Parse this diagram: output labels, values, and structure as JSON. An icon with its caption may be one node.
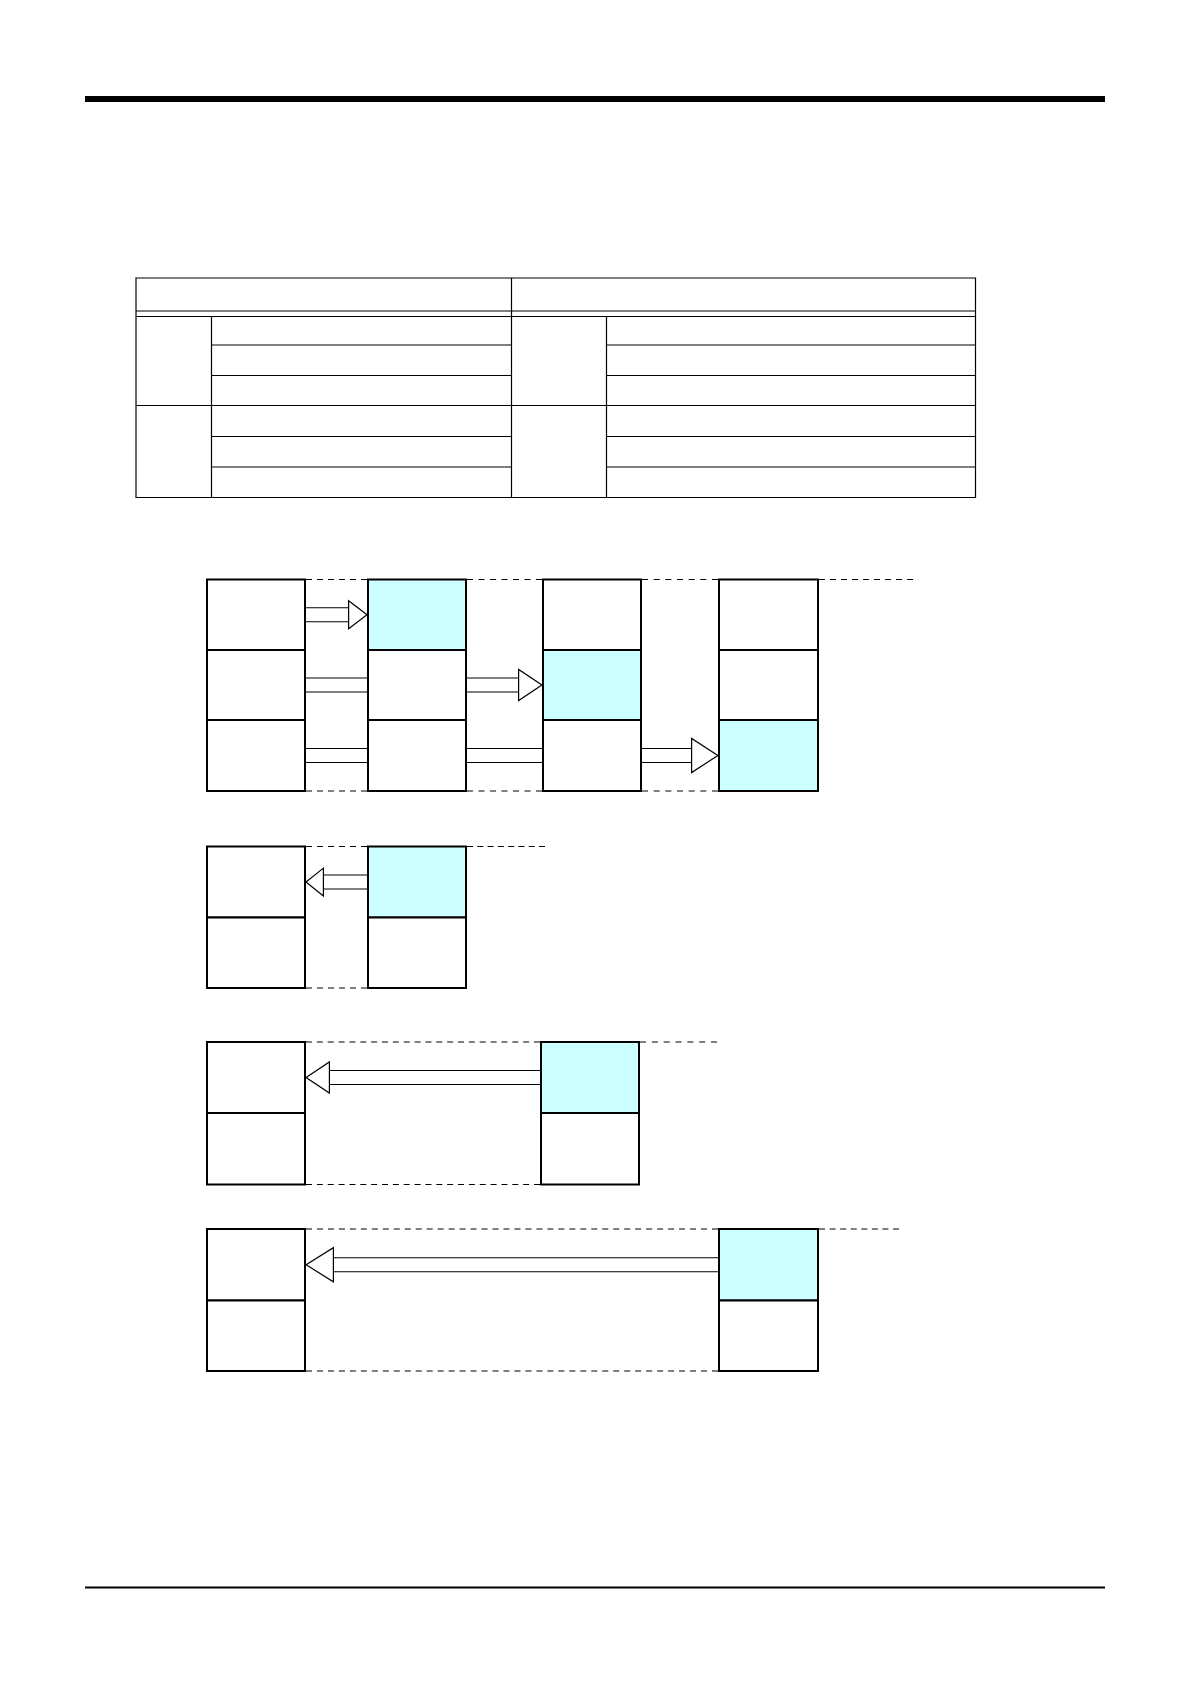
{
  "diagram": {
    "nodes": [
      {
        "text": [],
        "shape": "box"
      },
      {
        "text": [],
        "shape": "box"
      },
      {
        "text": [],
        "shape": "box"
      },
      {
        "text": [],
        "shape": "box"
      },
      {
        "text": [],
        "shape": "box"
      },
      {
        "text": [],
        "shape": "box"
      },
      {
        "text": [],
        "shape": "box"
      },
      {
        "text": [],
        "shape": "box"
      },
      {
        "text": [],
        "shape": "box"
      },
      {
        "text": [],
        "shape": "box"
      },
      {
        "text": [],
        "shape": "box"
      },
      {
        "text": [],
        "shape": "box"
      },
      {
        "text": [],
        "shape": "box"
      },
      {
        "text": [],
        "shape": "box"
      },
      {
        "text": [],
        "shape": "box"
      },
      {
        "text": [],
        "shape": "box"
      },
      {
        "text": [],
        "shape": "box"
      },
      {
        "text": [],
        "shape": "box"
      },
      {
        "text": [],
        "shape": "box"
      },
      {
        "text": [],
        "shape": "box"
      },
      {
        "text": [],
        "shape": "box"
      },
      {
        "text": [],
        "shape": "box"
      },
      {
        "text": [],
        "shape": "box"
      },
      {
        "text": [],
        "shape": "box"
      }
    ],
    "edges": [
      {
        "from": 0,
        "to": 3,
        "arrow": "to"
      },
      {
        "from": 1,
        "to": 4,
        "arrow": "none"
      },
      {
        "from": 4,
        "to": 7,
        "arrow": "to"
      },
      {
        "from": 2,
        "to": 5,
        "arrow": "none"
      },
      {
        "from": 5,
        "to": 8,
        "arrow": "none"
      },
      {
        "from": 8,
        "to": 11,
        "arrow": "to"
      },
      {
        "from": 14,
        "to": 12,
        "arrow": "to"
      },
      {
        "from": 18,
        "to": 16,
        "arrow": "to"
      },
      {
        "from": 22,
        "to": 20,
        "arrow": "to"
      }
    ]
  }
}
